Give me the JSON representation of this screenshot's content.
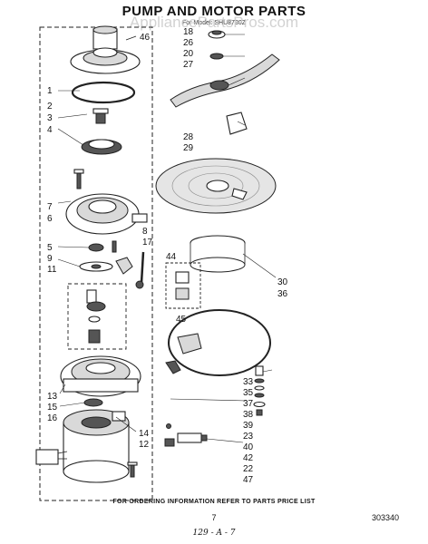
{
  "header": {
    "title": "PUMP AND MOTOR PARTS",
    "subtitle": "For Model: SHU8730Z",
    "watermark": "AppliancePartsPros.com"
  },
  "callouts_left": [
    "46",
    "1",
    "2",
    "3",
    "4",
    "7",
    "6",
    "5",
    "9",
    "11",
    "8",
    "17",
    "13",
    "15",
    "16",
    "14",
    "12"
  ],
  "callouts_right": [
    "18",
    "26",
    "20",
    "27",
    "28",
    "29",
    "44",
    "45",
    "30",
    "36",
    "33",
    "35",
    "37",
    "38",
    "39",
    "23",
    "40",
    "42",
    "22",
    "47"
  ],
  "footer": {
    "note": "FOR ORDERING INFORMATION REFER TO PARTS PRICE LIST",
    "page": "7",
    "code": "303340",
    "handwritten": "129 - A - 7"
  }
}
